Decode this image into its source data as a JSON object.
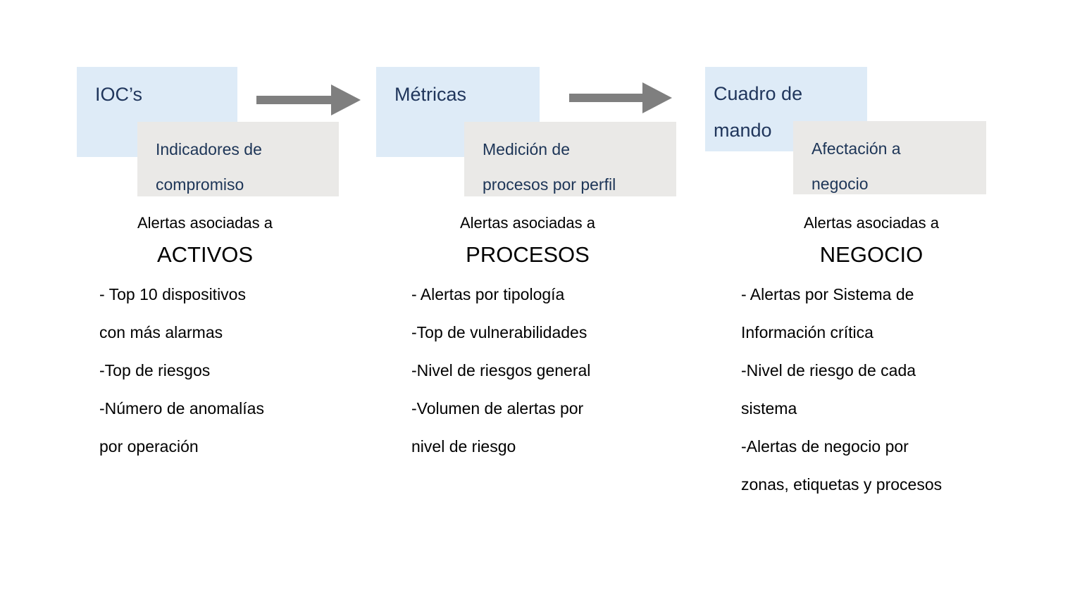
{
  "page": {
    "background": "#ffffff",
    "accent_blue": "#deebf7",
    "accent_gray": "#eae9e7",
    "arrow_color": "#7f7f7f",
    "title_color": "#20365c",
    "body_color": "#000000"
  },
  "stages": [
    {
      "id": "ioc",
      "title": "IOC’s",
      "subtitle": "Indicadores de\ncompromiso"
    },
    {
      "id": "metricas",
      "title": "Métricas",
      "subtitle": "Medición de\nprocesos por perfil"
    },
    {
      "id": "cuadro-de-mando",
      "title": "Cuadro de\nmando",
      "subtitle": "Afectación a\nnegocio"
    }
  ],
  "arrows": [
    {
      "id": "arrow-ioc-to-metricas",
      "label": "arrow-right"
    },
    {
      "id": "arrow-metricas-to-cuadro",
      "label": "arrow-right"
    }
  ],
  "columns": [
    {
      "id": "activos",
      "assoc": "Alertas asociadas a",
      "heading": "ACTIVOS",
      "bullets": [
        "- Top 10 dispositivos\ncon más alarmas",
        "-Top de riesgos",
        "-Número de anomalías\npor operación"
      ]
    },
    {
      "id": "procesos",
      "assoc": "Alertas asociadas a",
      "heading": "PROCESOS",
      "bullets": [
        "- Alertas por tipología",
        "-Top de vulnerabilidades",
        "-Nivel de riesgos general",
        "-Volumen de alertas por\nnivel de riesgo"
      ]
    },
    {
      "id": "negocio",
      "assoc": "Alertas asociadas a",
      "heading": "NEGOCIO",
      "bullets": [
        "- Alertas por Sistema de\nInformación crítica",
        "-Nivel de riesgo de cada\nsistema",
        "-Alertas de negocio por\nzonas, etiquetas y procesos"
      ]
    }
  ]
}
